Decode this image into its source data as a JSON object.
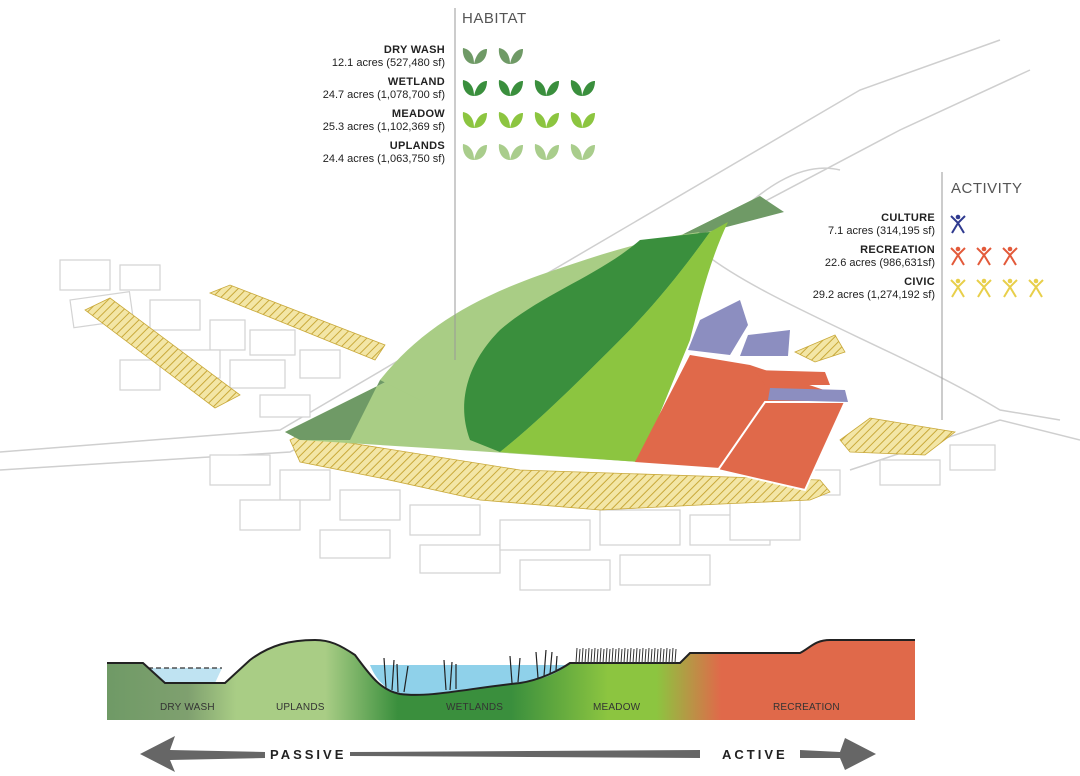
{
  "habitat": {
    "title": "HABITAT",
    "items": [
      {
        "name": "DRY WASH",
        "area": "12.1 acres (527,480 sf)",
        "icon_count": 2,
        "color": "#6f9a66"
      },
      {
        "name": "WETLAND",
        "area": "24.7 acres (1,078,700 sf)",
        "icon_count": 4,
        "color": "#3a8f3d"
      },
      {
        "name": "MEADOW",
        "area": "25.3 acres (1,102,369 sf)",
        "icon_count": 4,
        "color": "#8cc540"
      },
      {
        "name": "UPLANDS",
        "area": "24.4 acres (1,063,750 sf)",
        "icon_count": 4,
        "color": "#a9cd8c"
      }
    ]
  },
  "activity": {
    "title": "ACTIVITY",
    "items": [
      {
        "name": "CULTURE",
        "area": "7.1 acres (314,195 sf)",
        "icon_count": 1,
        "color": "#2f3a8f"
      },
      {
        "name": "RECREATION",
        "area": "22.6 acres (986,631sf)",
        "icon_count": 3,
        "color": "#e35a3a"
      },
      {
        "name": "CIVIC",
        "area": "29.2 acres (1,274,192 sf)",
        "icon_count": 4,
        "color": "#e8cf4a"
      }
    ]
  },
  "profile": {
    "labels": [
      "DRY WASH",
      "UPLANDS",
      "WETLANDS",
      "MEADOW",
      "RECREATION"
    ]
  },
  "spectrum": {
    "left": "PASSIVE",
    "right": "ACTIVE"
  }
}
